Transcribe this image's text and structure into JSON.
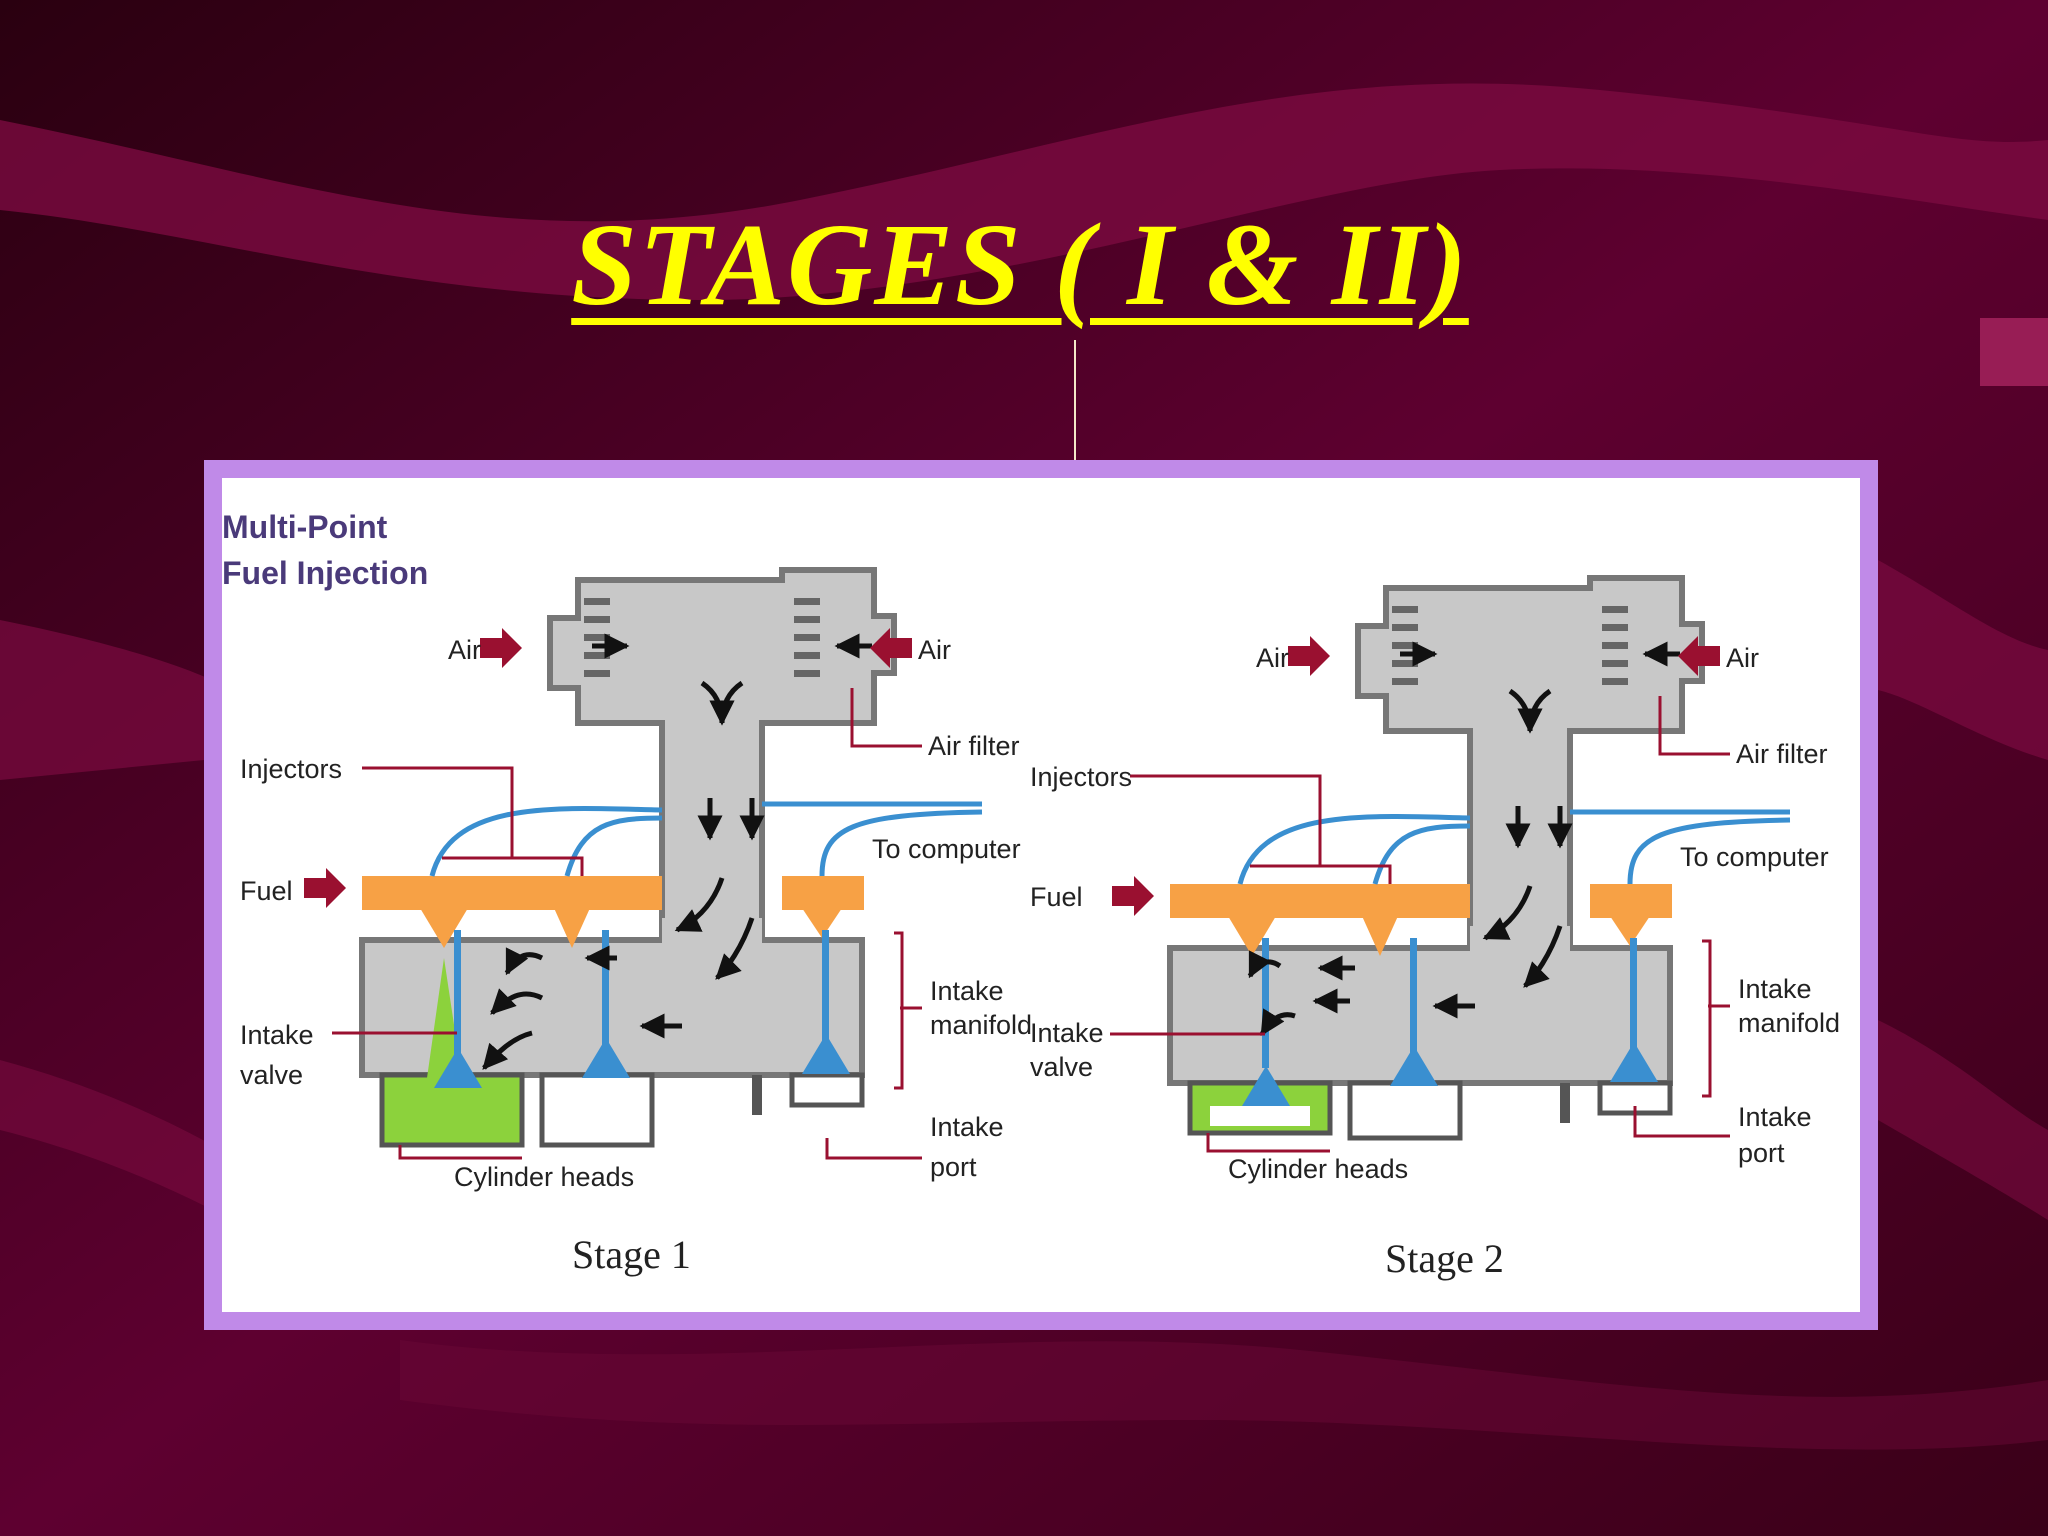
{
  "slide": {
    "title": "STAGES ( I & II)",
    "colors": {
      "background": "#5a0030",
      "title": "#ffff00",
      "frame": "#c08ae8",
      "air_housing": "#c8c8c8",
      "fuel_rail": "#f7a145",
      "injector_line": "#3a8fd0",
      "fuel_spray": "#8cd23c",
      "arrow_red": "#9a1030"
    }
  },
  "diagram": {
    "heading_line1": "Multi-Point",
    "heading_line2": "Fuel Injection",
    "stage1": {
      "caption": "Stage 1",
      "air_left": "Air",
      "air_right": "Air",
      "air_filter": "Air filter",
      "injectors": "Injectors",
      "to_computer": "To computer",
      "fuel": "Fuel",
      "intake_manifold_1": "Intake",
      "intake_manifold_2": "manifold",
      "intake_valve_1": "Intake",
      "intake_valve_2": "valve",
      "intake_port_1": "Intake",
      "intake_port_2": "port",
      "cylinder_heads": "Cylinder heads"
    },
    "stage2": {
      "caption": "Stage 2",
      "air_left": "Air",
      "air_right": "Air",
      "air_filter": "Air filter",
      "injectors": "Injectors",
      "to_computer": "To computer",
      "fuel": "Fuel",
      "intake_manifold_1": "Intake",
      "intake_manifold_2": "manifold",
      "intake_valve_1": "Intake",
      "intake_valve_2": "valve",
      "intake_port_1": "Intake",
      "intake_port_2": "port",
      "cylinder_heads": "Cylinder heads"
    }
  }
}
